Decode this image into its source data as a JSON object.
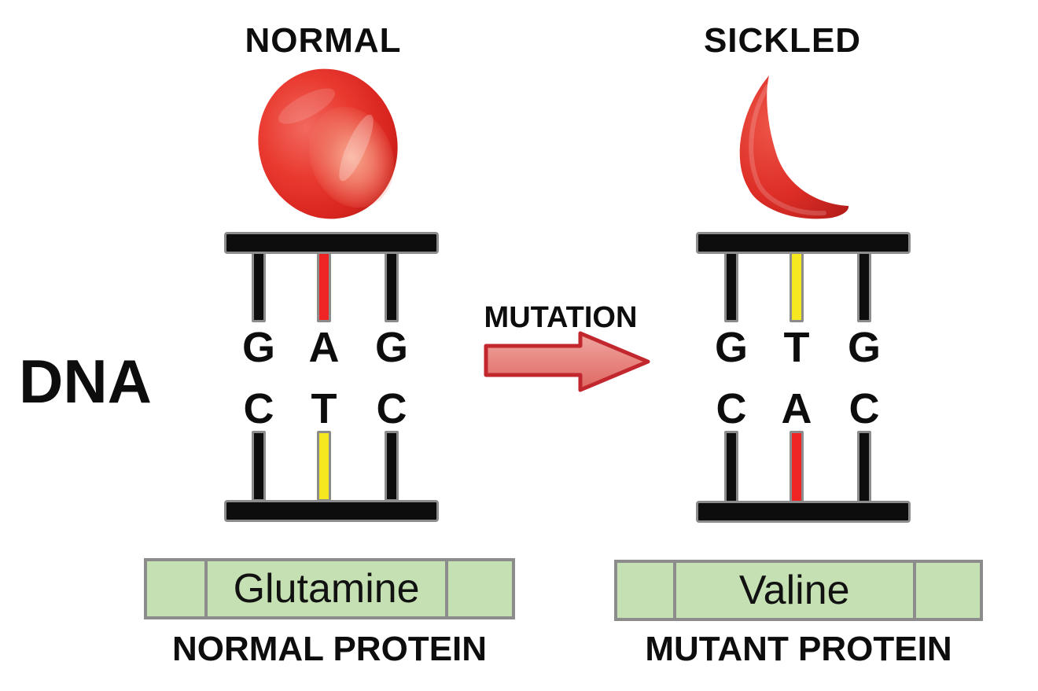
{
  "diagram_title_implicit": "Sickle cell mutation diagram",
  "dna": {
    "label": "DNA"
  },
  "mutation": {
    "label": "MUTATION"
  },
  "left_panel": {
    "title": "NORMAL",
    "cell_icon": "red-blood-cell",
    "top_strand": [
      "G",
      "A",
      "G"
    ],
    "bottom_strand": [
      "C",
      "T",
      "C"
    ],
    "top_rung_colors": [
      "black",
      "red",
      "black"
    ],
    "bottom_rung_colors": [
      "black",
      "yellow",
      "black"
    ],
    "protein_label": "Glutamine",
    "caption": "NORMAL PROTEIN"
  },
  "right_panel": {
    "title": "SICKLED",
    "cell_icon": "sickle-cell",
    "top_strand": [
      "G",
      "T",
      "G"
    ],
    "bottom_strand": [
      "C",
      "A",
      "C"
    ],
    "top_rung_colors": [
      "black",
      "yellow",
      "black"
    ],
    "bottom_rung_colors": [
      "black",
      "red",
      "black"
    ],
    "protein_label": "Valine",
    "caption": "MUTANT PROTEIN"
  },
  "colors": {
    "ladder_black": "#0d0d0d",
    "ladder_outline_gray": "#8c8c8c",
    "highlight_red": "#ee2524",
    "highlight_yellow": "#f5e821",
    "protein_green": "#c5e0b3",
    "arrow_fill": "#e8837e",
    "arrow_border": "#c1272d",
    "blood_cell_red": "#e93a30",
    "background": "#ffffff",
    "text": "#000000"
  }
}
